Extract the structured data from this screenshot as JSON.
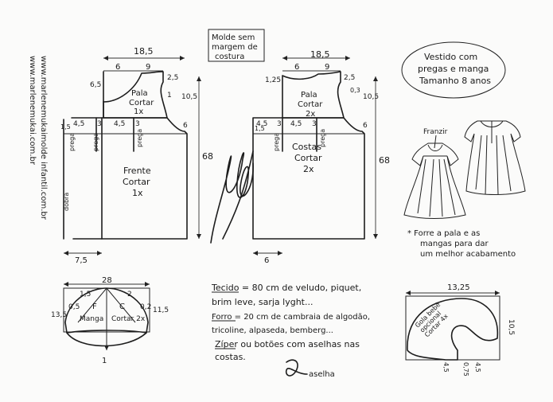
{
  "side_text": {
    "line1": "www.marlenemukaimolde infantil.com.br",
    "line2": "www.marlenemukai.com.br"
  },
  "header_note": {
    "line1": "Molde sem",
    "line2": "margem de",
    "line3": "costura"
  },
  "front": {
    "top_width": "18,5",
    "dim_6": "6",
    "dim_9": "9",
    "dim_6_5": "6,5",
    "dim_2_5": "2,5",
    "dim_10_5": "10,5",
    "dim_1": "1",
    "dim_3_left": "3",
    "dim_3_right": "3",
    "dim_4_5_a": "4,5",
    "dim_4_5_b": "4,5",
    "dim_6_side": "6",
    "dim_1_5": "1,5",
    "length": "68",
    "bottom_offset": "7,5",
    "yoke_label": [
      "Pala",
      "Cortar",
      "1x"
    ],
    "body_label": [
      "Frente",
      "Cortar",
      "1x"
    ],
    "fold1": "prega",
    "fold2": "prega",
    "fold3": "prega",
    "fold_center": "dobra"
  },
  "back": {
    "top_width": "18,5",
    "dim_6": "6",
    "dim_9": "9",
    "dim_1_25": "1,25",
    "dim_2_5": "2,5",
    "dim_10_5": "10,5",
    "dim_0_3": "0,3",
    "dim_4_5_a": "4,5",
    "dim_4_5_b": "4,5",
    "dim_3a": "3",
    "dim_3b": "3",
    "dim_6_side": "6",
    "dim_1_5": "1,5",
    "length": "68",
    "bottom_offset": "6",
    "yoke_label": [
      "Pala",
      "Cortar",
      "2x"
    ],
    "body_label": [
      "Costas",
      "Cortar",
      "2x"
    ],
    "fold1": "prega",
    "fold2": "prega"
  },
  "signature": "Marlene Mukai",
  "title_box": {
    "line1": "Vestido com",
    "line2": "pregas e manga",
    "line3": "Tamanho 8 anos"
  },
  "sketch": {
    "franzir": "Franzir"
  },
  "note": {
    "line1": "* Forre a pala e as",
    "line2": "mangas para dar",
    "line3": "um melhor acabamento"
  },
  "sleeve": {
    "width": "28",
    "height": "13,5",
    "dim_1_5": "1,5",
    "dim_0_5": "0,5",
    "dim_2": "2",
    "dim_0_2": "0,2",
    "dim_11_5": "11,5",
    "letter_f": "F",
    "letter_c": "C",
    "label_left": "Manga",
    "label_right": "Cortar 2x",
    "bottom": "1"
  },
  "materials": {
    "line1": "Tecido = 80 cm de veludo, piquet,",
    "line2": "brim leve, sarja lyght...",
    "line3": "Forro = 20 cm de cambraia de algodão,",
    "line4": "tricoline, alpaseda, bemberg...",
    "line5": "Zíper ou botões com aselhas nas",
    "line6": "costas.",
    "aselha": "aselha"
  },
  "collar": {
    "width": "13,25",
    "height": "10,5",
    "label": [
      "Gola bebê",
      "opcional",
      "Cortar 4x"
    ],
    "d1": "4,5",
    "d2": "0,75",
    "d3": "4,5"
  }
}
